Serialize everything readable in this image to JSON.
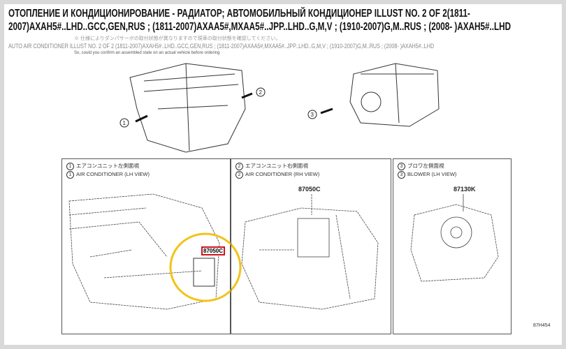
{
  "title": "ОТОПЛЕНИЕ И КОНДИЦИОНИРОВАНИЕ - РАДИАТОР; АВТОМОБИЛЬНЫЙ КОНДИЦИОНЕР ILLUST NO. 2 OF 2(1811-2007)AXAH5#..LHD..GCC,GEN,RUS ; (1811-2007)AXAA5#,MXAA5#..JPP..LHD..G,M,V ; (1910-2007)G,M..RUS ; (2008- )AXAH5#..LHD",
  "subtitle": "AUTO AIR CONDITIONER ILLUST NO. 2 OF 2 (1811-2007)AXAH5#..LHD..GCC,GEN,RUS ; (1811-2007)AXAA5#,MXAA5#..JPP..LHD..G,M,V ; (1910-2007)G,M..RUS ; (2008- )AXAH5#..LHD",
  "note_jp": "※ 仕様によりダンパサーボの取付状態が異なりますので現車の取付状態を確認してください。",
  "note_en": "So, could you confirm an assembled state on an actual vehicle before ordering",
  "callouts": [
    "1",
    "2",
    "3"
  ],
  "panels": [
    {
      "num": "1",
      "jp": "エアコンユニット左側面視",
      "en": "AIR CONDITIONER (LH VIEW)",
      "part": "87050C"
    },
    {
      "num": "2",
      "jp": "エアコンユニット右側面視",
      "en": "AIR CONDITIONER (RH VIEW)",
      "part": "87050C"
    },
    {
      "num": "3",
      "jp": "ブロワ左側面視",
      "en": "BLOWER (LH VIEW)",
      "part": "87130K"
    }
  ],
  "diagram_id": "87H454",
  "highlight_color": "#f2c318",
  "part_box_color": "#d0141a"
}
